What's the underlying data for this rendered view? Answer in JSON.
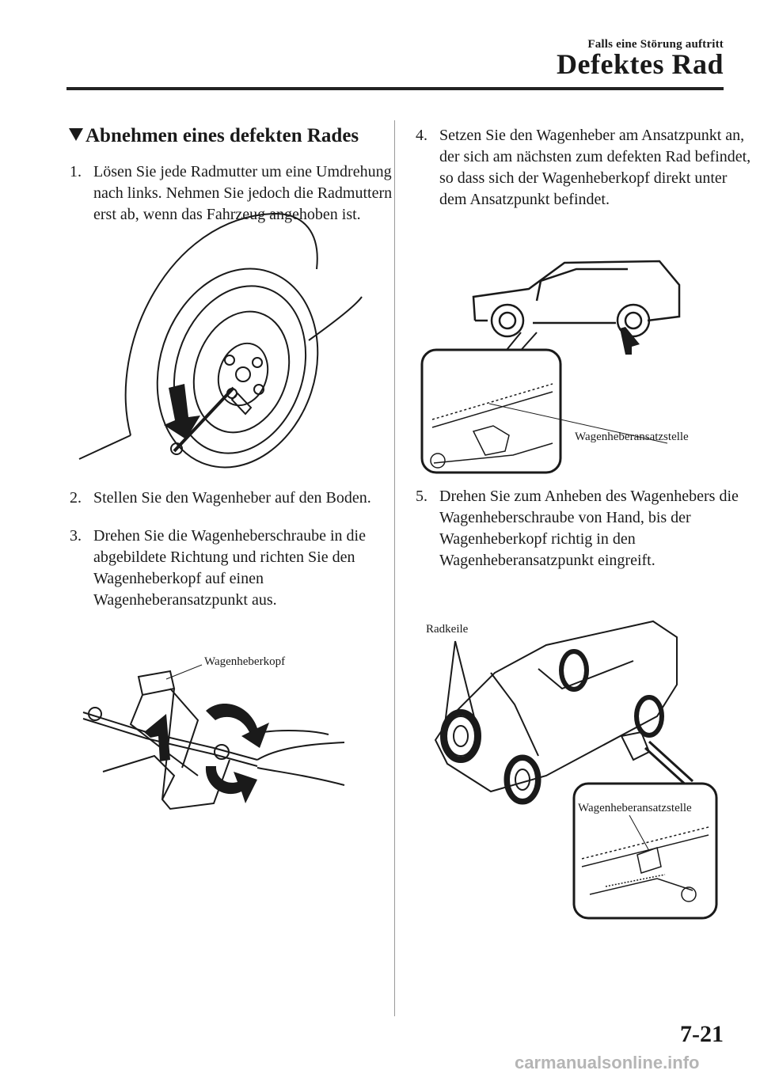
{
  "header": {
    "section": "Falls eine Störung auftritt",
    "title": "Defektes Rad"
  },
  "section": {
    "marker_icon": "triangle-down-icon",
    "heading": "Abnehmen eines defekten Rades"
  },
  "steps": [
    {
      "num": "1.",
      "text": "Lösen Sie jede Radmutter um eine Umdrehung nach links. Nehmen Sie jedoch die Radmuttern erst ab, wenn das Fahrzeug angehoben ist."
    },
    {
      "num": "2.",
      "text": "Stellen Sie den Wagenheber auf den Boden."
    },
    {
      "num": "3.",
      "text": "Drehen Sie die Wagenheberschraube in die abgebildete Richtung und richten Sie den Wagenheberkopf auf einen Wagenheberansatzpunkt aus."
    },
    {
      "num": "4.",
      "text": "Setzen Sie den Wagenheber am Ansatzpunkt an, der sich am nächsten zum defekten Rad befindet, so dass sich der Wagenheberkopf direkt unter dem Ansatzpunkt befindet."
    },
    {
      "num": "5.",
      "text": "Drehen Sie zum Anheben des Wagenhebers die Wagenheberschraube von Hand, bis der Wagenheberkopf richtig in den Wagenheberansatzpunkt eingreift."
    }
  ],
  "figures": {
    "jack_head_label": "Wagenheberkopf",
    "jack_point_label_side": "Wagenheberansatzstelle",
    "wheel_chocks_label": "Radkeile",
    "jack_point_label_lift": "Wagenheberansatzstelle"
  },
  "footer": {
    "page_number": "7-21",
    "watermark": "carmanualsonline.info"
  }
}
